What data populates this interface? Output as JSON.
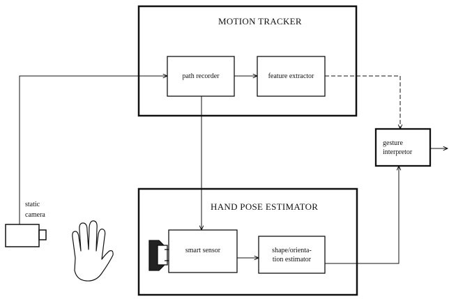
{
  "diagram": {
    "motion_tracker": {
      "title": "MOTION TRACKER",
      "path_recorder": "path recorder",
      "feature_extractor": "feature extractor"
    },
    "hand_pose_estimator": {
      "title": "HAND POSE ESTIMATOR",
      "smart_sensor": "smart sensor",
      "shape_line1": "shape/orienta-",
      "shape_line2": "tion estimator"
    },
    "gesture_interpreter": {
      "line1": "gesture",
      "line2": "interpretor"
    },
    "camera": {
      "line1": "static",
      "line2": "camera"
    }
  }
}
